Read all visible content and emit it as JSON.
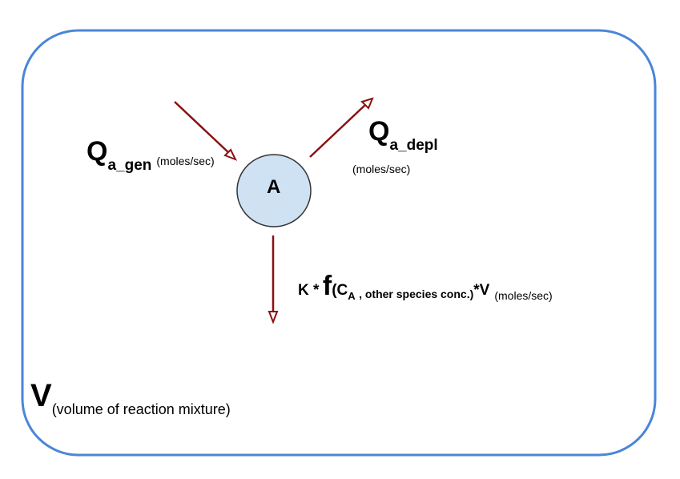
{
  "generation": {
    "symbol": "Q",
    "subscript": "a_gen",
    "unit": "(moles/sec)"
  },
  "depletion": {
    "symbol": "Q",
    "subscript": "a_depl",
    "unit": "(moles/sec)"
  },
  "species": {
    "label": "A"
  },
  "reaction_rate": {
    "k": "K *",
    "f": "f",
    "open": "(C",
    "ca_sub": "A",
    "other": ", other species conc.)",
    "times_v": "*V",
    "unit": "(moles/sec)"
  },
  "volume": {
    "symbol": "V",
    "description": "(volume of reaction mixture)"
  },
  "colors": {
    "boundary": "#4a86d8",
    "arrow": "#8b1111",
    "circle_fill": "#cfe2f3",
    "circle_stroke": "#333333"
  }
}
